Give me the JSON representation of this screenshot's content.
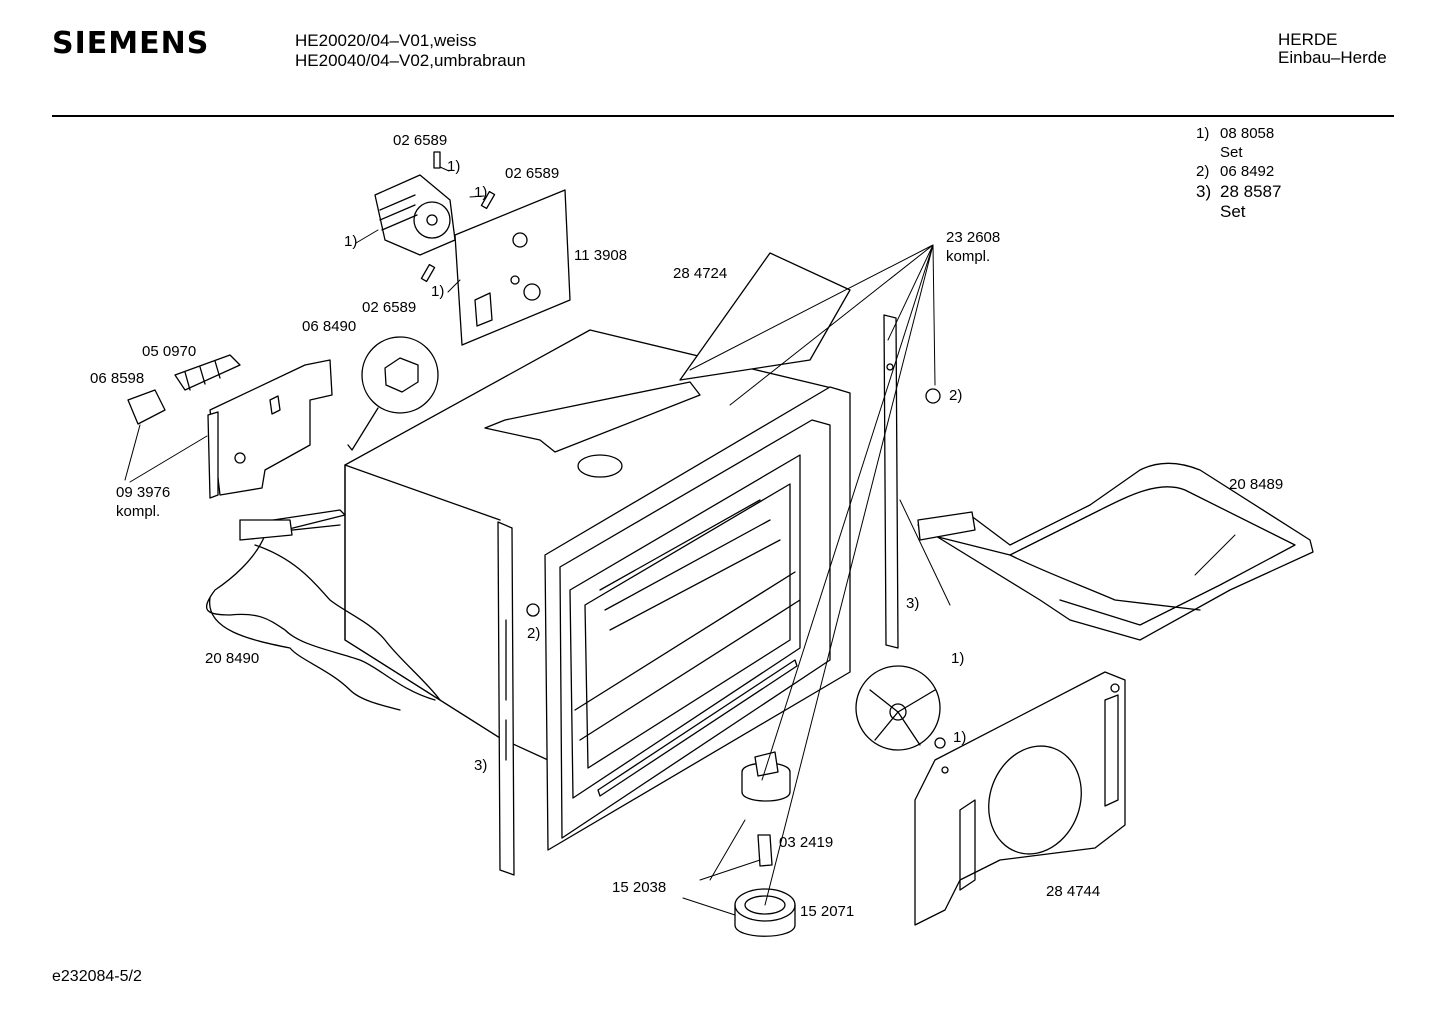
{
  "header": {
    "brand": "SIEMENS",
    "models": [
      "HE20020/04–V01,weiss",
      "HE20040/04–V02,umbrabraun"
    ],
    "category": [
      "HERDE",
      "Einbau–Herde"
    ]
  },
  "footnotes": [
    {
      "mark": "1)",
      "lines": [
        "08 8058",
        "Set"
      ]
    },
    {
      "mark": "2)",
      "lines": [
        "06 8492"
      ]
    },
    {
      "mark": "3)",
      "lines": [
        "28 8587",
        "Set"
      ]
    }
  ],
  "callouts": {
    "p026589_a": "02 6589",
    "p026589_b": "02 6589",
    "p026589_c": "02 6589",
    "p113908": "11 3908",
    "p284724": "28 4724",
    "p232608": "23 2608",
    "p232608_note": "kompl.",
    "p068490": "06 8490",
    "p050970": "05 0970",
    "p068598": "06 8598",
    "p093976": "09 3976",
    "p093976_note": "kompl.",
    "p208489": "20 8489",
    "p208490": "20 8490",
    "p032419": "03 2419",
    "p152038": "15 2038",
    "p152071": "15 2071",
    "p284744": "28 4744",
    "m1a": "1)",
    "m1b": "1)",
    "m1c": "1)",
    "m1d": "1)",
    "m1e": "1)",
    "m1f": "1)",
    "m2a": "2)",
    "m2b": "2)",
    "m3a": "3)",
    "m3b": "3)"
  },
  "doc_id": "e232084-5/2"
}
